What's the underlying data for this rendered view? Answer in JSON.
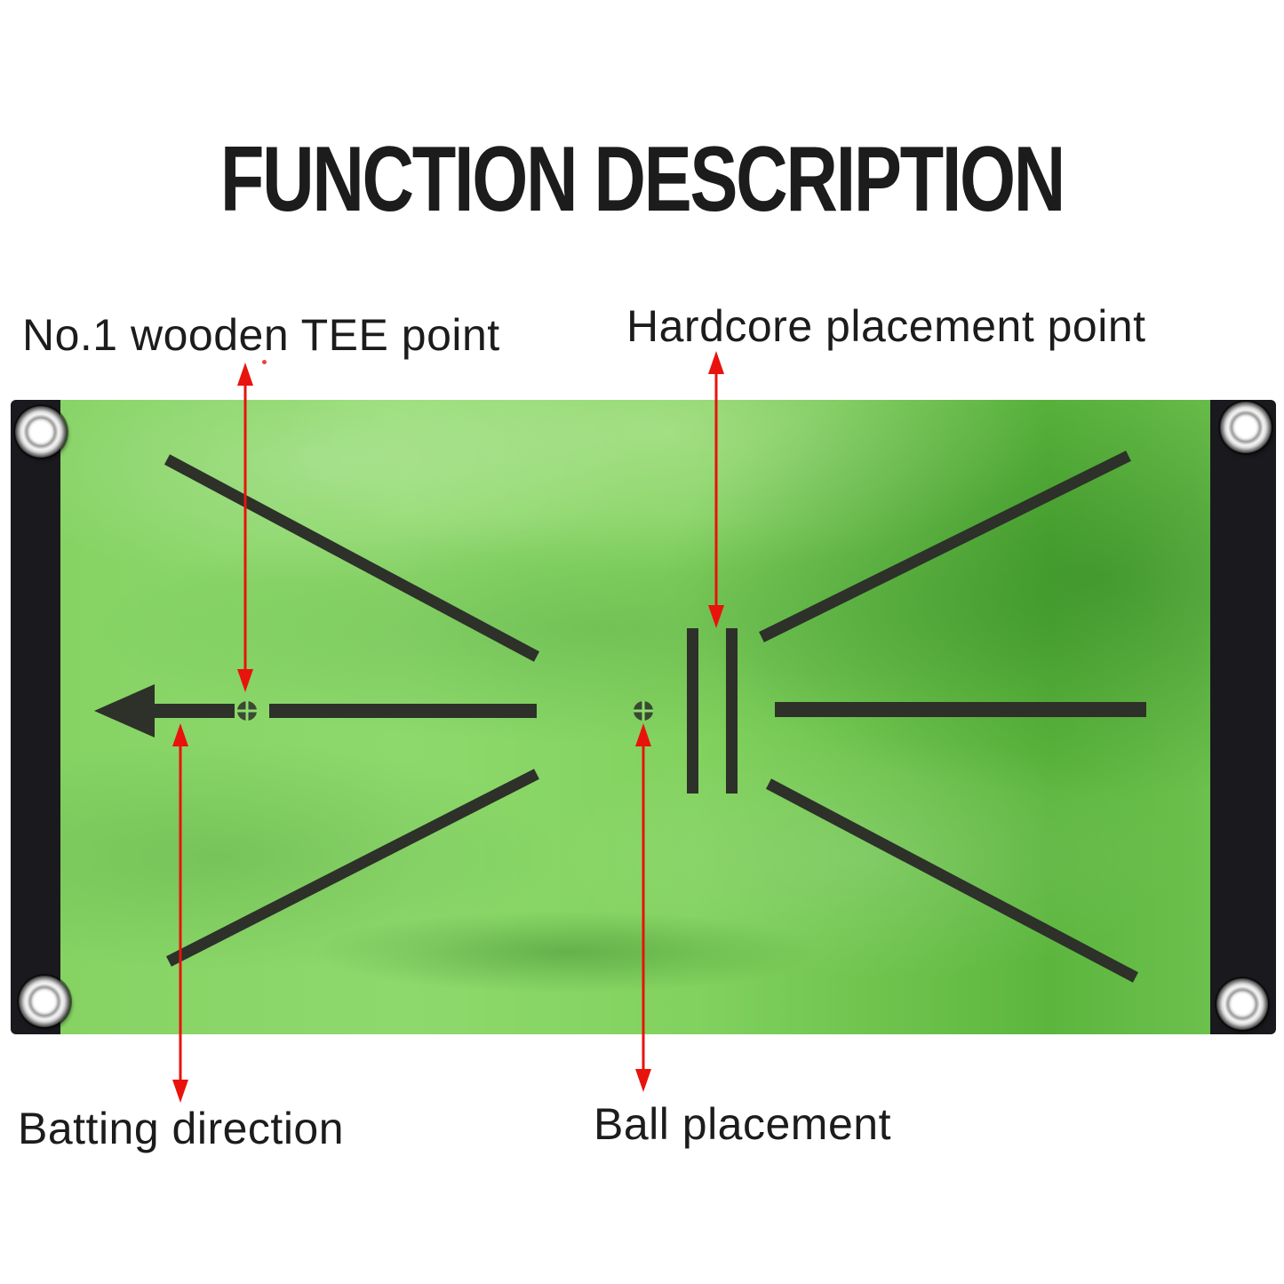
{
  "title": "FUNCTION DESCRIPTION",
  "labels": {
    "tee_point": "No.1 wooden TEE point",
    "hardcore_point": "Hardcore placement point",
    "batting_direction": "Batting direction",
    "ball_placement": "Ball placement"
  },
  "colors": {
    "background": "#ffffff",
    "text": "#1c1c1c",
    "arrow_red": "#e8130c",
    "mat_green": "#7ecb5f",
    "mat_border_black": "#1a191d",
    "marking_black": "#2d3129",
    "grommet_silver": "#d9d9d9"
  }
}
